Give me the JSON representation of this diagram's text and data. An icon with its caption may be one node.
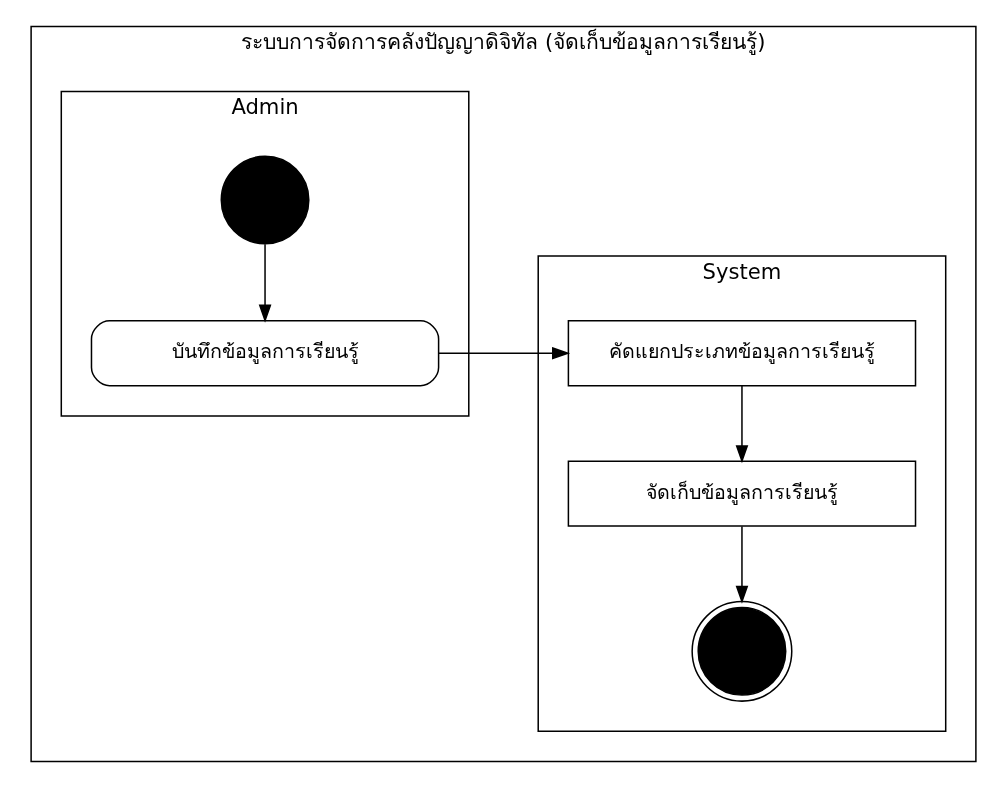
{
  "diagram": {
    "nodes": [
      {
        "text": [
          "ระบบการจัดการคลังปัญญาดิจิทัล (จัดเก็บข้อมูลการเรียนรู้)"
        ]
      },
      {
        "text": [
          "System"
        ],
        "in": 0
      },
      {
        "text": [
          "Admin"
        ],
        "in": 0
      },
      {
        "text": [],
        "shape": "circle",
        "in": 2
      },
      {
        "text": [
          "บันทึกข้อมูลการเรียนรู้"
        ],
        "in": 2
      },
      {
        "text": [
          "คัดแยกประเภทข้อมูลการเรียนรู้"
        ],
        "in": 1
      },
      {
        "text": [
          "จัดเก็บข้อมูลการเรียนรู้"
        ],
        "in": 1
      },
      {
        "text": [],
        "shape": "circle",
        "in": 1
      }
    ],
    "edges": [
      {
        "from": 3,
        "to": 4,
        "arrow": "to"
      },
      {
        "from": 4,
        "to": 5,
        "arrow": "to"
      },
      {
        "from": 5,
        "to": 6,
        "arrow": "to"
      },
      {
        "from": 6,
        "to": 7,
        "arrow": "to"
      }
    ]
  }
}
